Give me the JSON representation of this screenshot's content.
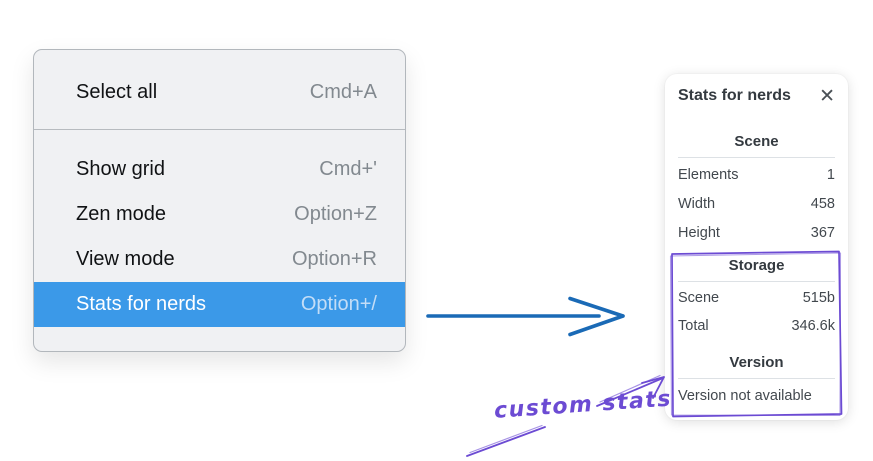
{
  "menu": {
    "top_items": [
      {
        "label": "Select all",
        "shortcut": "Cmd+A"
      }
    ],
    "items": [
      {
        "label": "Show grid",
        "shortcut": "Cmd+'"
      },
      {
        "label": "Zen mode",
        "shortcut": "Option+Z"
      },
      {
        "label": "View mode",
        "shortcut": "Option+R"
      },
      {
        "label": "Stats for nerds",
        "shortcut": "Option+/",
        "state": "selected"
      }
    ]
  },
  "panel": {
    "title": "Stats for nerds",
    "close_icon": "✕",
    "sections": [
      {
        "heading": "Scene",
        "rows": [
          {
            "label": "Elements",
            "value": "1"
          },
          {
            "label": "Width",
            "value": "458"
          },
          {
            "label": "Height",
            "value": "367"
          }
        ]
      },
      {
        "heading": "Storage",
        "rows": [
          {
            "label": "Scene",
            "value": "515b"
          },
          {
            "label": "Total",
            "value": "346.6k"
          }
        ]
      },
      {
        "heading": "Version",
        "note": "Version not available"
      }
    ]
  },
  "annotation": {
    "label": "custom stats"
  },
  "colors": {
    "menu_highlight": "#3b99e8",
    "arrow_blue": "#1a6ab6",
    "annotation_violet": "#6c4bd3",
    "panel_text": "#42484e",
    "heading_text": "#343a40"
  }
}
